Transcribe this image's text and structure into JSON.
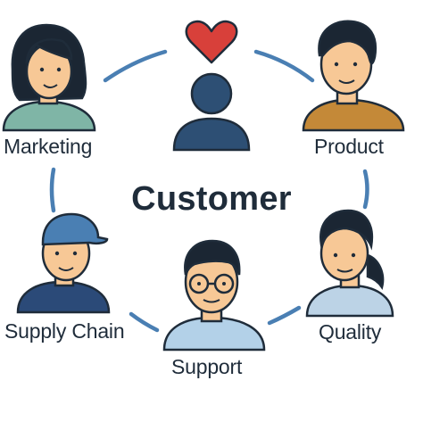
{
  "diagram": {
    "center_label": "Customer",
    "nodes": [
      {
        "id": "marketing",
        "label": "Marketing"
      },
      {
        "id": "product",
        "label": "Product"
      },
      {
        "id": "quality",
        "label": "Quality"
      },
      {
        "id": "support",
        "label": "Support"
      },
      {
        "id": "supply_chain",
        "label": "Supply Chain"
      }
    ],
    "colors": {
      "connector": "#4a7fb3",
      "heart": "#d8403a",
      "customer_figure": "#2d4f74",
      "outline": "#1f2c3a",
      "skin": "#f7c896",
      "hair": "#1b2633",
      "marketing_shirt": "#7fb5a6",
      "product_shirt": "#c48938",
      "quality_shirt": "#bcd3e6",
      "support_shirt": "#b3d1e8",
      "supply_chain_shirt": "#2b4a78",
      "cap": "#4a7fb3"
    }
  }
}
